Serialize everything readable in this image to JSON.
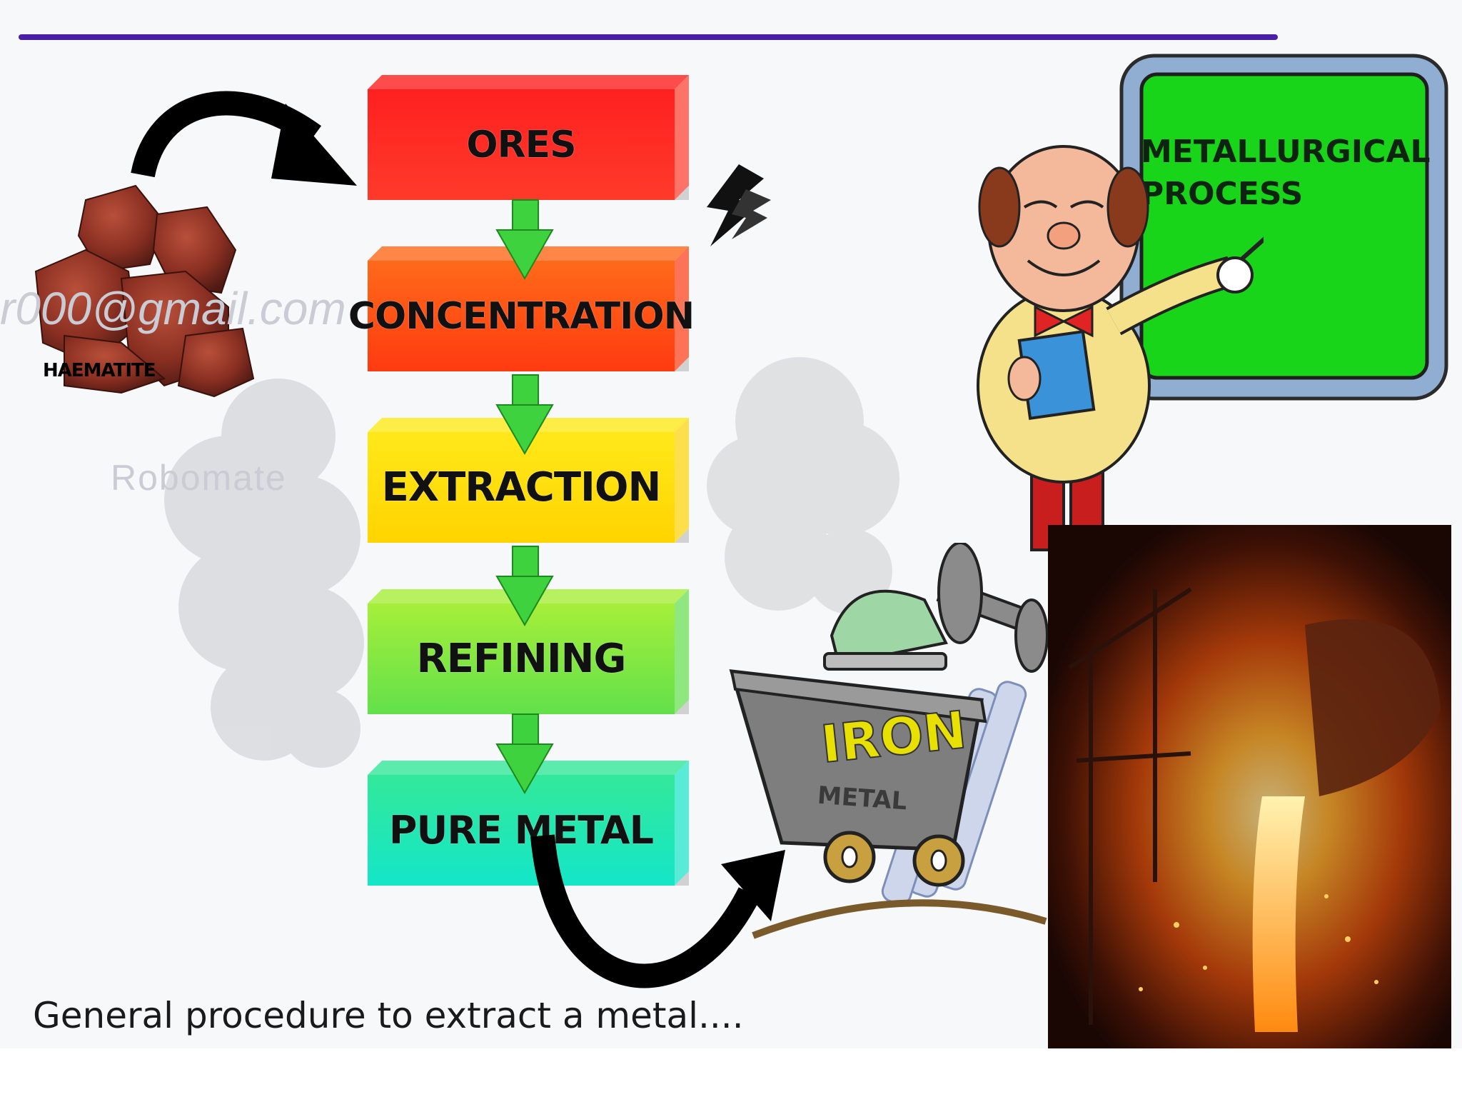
{
  "watermarks": {
    "email": "r000@gmail.com",
    "brand": "Robomate"
  },
  "ore": {
    "label": "HAEMATITE"
  },
  "steps": [
    {
      "label": "ORES",
      "color_top": "#ff2020",
      "color_bottom": "#ff3a2a"
    },
    {
      "label": "CONCENTRATION",
      "color_top": "#ff6a1a",
      "color_bottom": "#ff3a10"
    },
    {
      "label": "EXTRACTION",
      "color_top": "#ffe81a",
      "color_bottom": "#ffd400"
    },
    {
      "label": "REFINING",
      "color_top": "#a6ef3a",
      "color_bottom": "#62e04a"
    },
    {
      "label": "PURE METAL",
      "color_top": "#33e89a",
      "color_bottom": "#14e6c8"
    }
  ],
  "board": {
    "line1": "METALLURGICAL",
    "line2": "PROCESS",
    "color": "#19d519"
  },
  "cart": {
    "title": "IRON",
    "subtitle": "METAL"
  },
  "caption": "General procedure to extract a metal....",
  "colors": {
    "accent_line": "#4a1fa8",
    "arrow_green": "#3ed23e"
  }
}
